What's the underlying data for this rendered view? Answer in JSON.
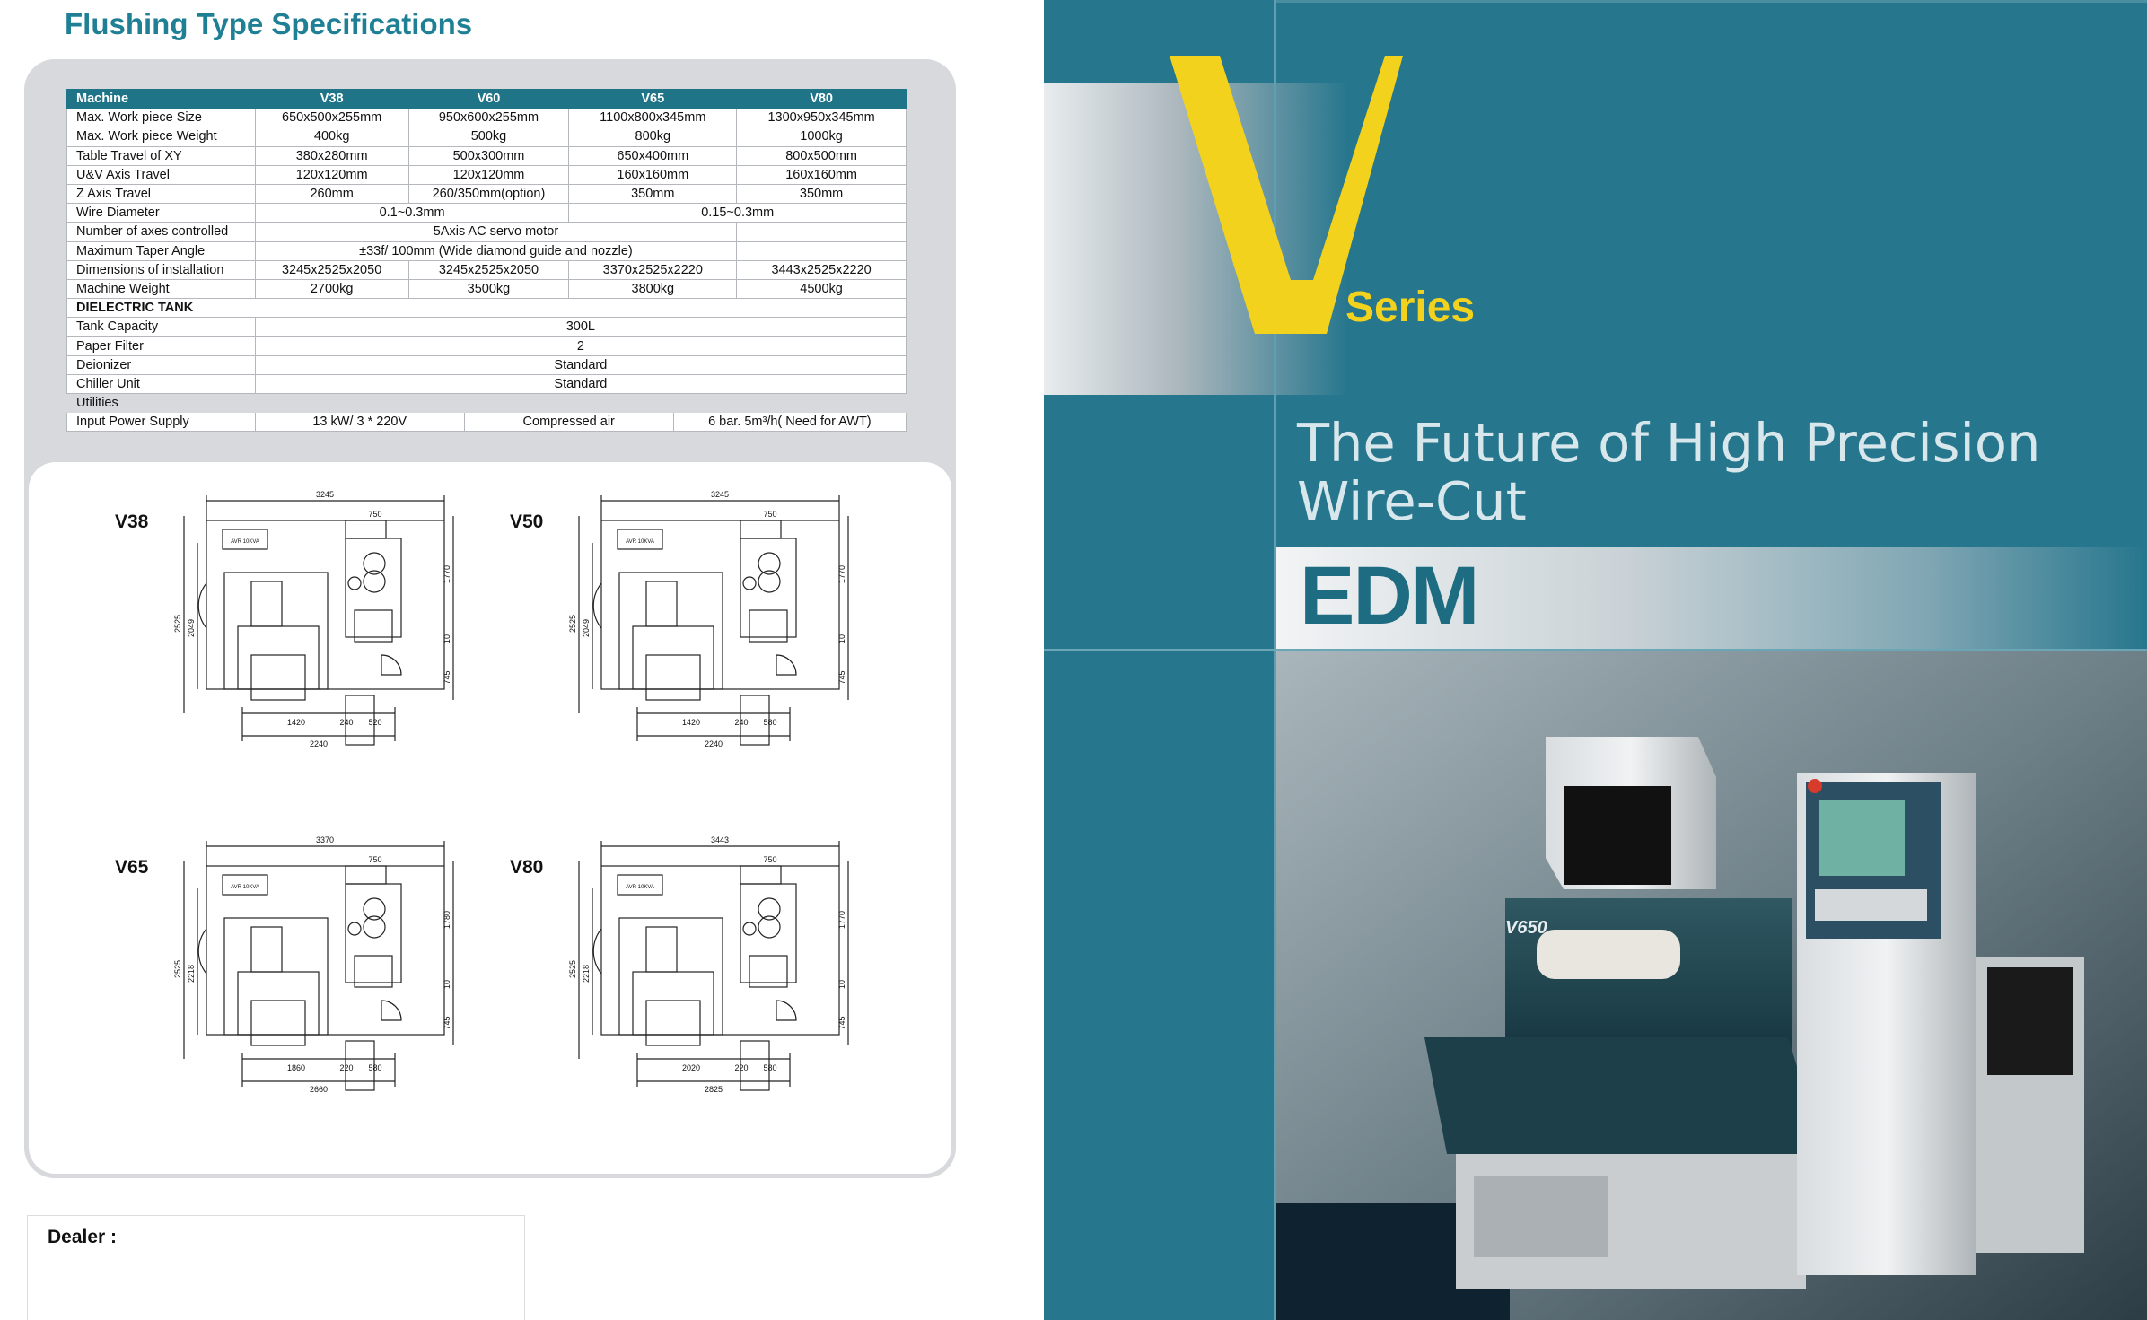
{
  "left": {
    "section_title": "Flushing Type Specifications",
    "dealer_label": "Dealer :"
  },
  "spec_table": {
    "header": [
      "Machine",
      "V38",
      "V60",
      "V65",
      "V80"
    ],
    "rows": [
      {
        "label": "Max. Work piece Size",
        "cells": [
          "650x500x255mm",
          "950x600x255mm",
          "1100x800x345mm",
          "1300x950x345mm"
        ]
      },
      {
        "label": "Max. Work piece Weight",
        "cells": [
          "400kg",
          "500kg",
          "800kg",
          "1000kg"
        ]
      },
      {
        "label": "Table Travel of XY",
        "cells": [
          "380x280mm",
          "500x300mm",
          "650x400mm",
          "800x500mm"
        ]
      },
      {
        "label": "U&V Axis Travel",
        "cells": [
          "120x120mm",
          "120x120mm",
          "160x160mm",
          "160x160mm"
        ]
      },
      {
        "label": "Z Axis Travel",
        "cells": [
          "260mm",
          "260/350mm(option)",
          "350mm",
          "350mm"
        ]
      },
      {
        "label": "Wire Diameter",
        "cells": [
          "0.1~0.3mm",
          "0.15~0.3mm"
        ]
      },
      {
        "label": "Number of axes controlled",
        "cells": [
          "5Axis AC servo motor"
        ]
      },
      {
        "label": "Maximum Taper Angle",
        "cells": [
          "±33f/ 100mm (Wide diamond guide and nozzle)"
        ]
      },
      {
        "label": "Dimensions of installation",
        "cells": [
          "3245x2525x2050",
          "3245x2525x2050",
          "3370x2525x2220",
          "3443x2525x2220"
        ]
      },
      {
        "label": "Machine Weight",
        "cells": [
          "2700kg",
          "3500kg",
          "3800kg",
          "4500kg"
        ]
      },
      {
        "label": "DIELECTRIC TANK"
      },
      {
        "label": "Tank Capacity",
        "cells": [
          "300L"
        ]
      },
      {
        "label": "Paper Filter",
        "cells": [
          "2"
        ]
      },
      {
        "label": "Deionizer",
        "cells": [
          "Standard"
        ]
      },
      {
        "label": "Chiller Unit",
        "cells": [
          "Standard"
        ]
      },
      {
        "label": "Utilities"
      },
      {
        "label": "Input Power Supply",
        "cells": [
          "13 kW/ 3 * 220V",
          "Compressed air",
          "6 bar. 5m³/h( Need for AWT)"
        ]
      }
    ]
  },
  "drawings": [
    {
      "id": "v38",
      "label": "V38",
      "dims": {
        "top": "3245",
        "inner_top": "750",
        "side": "1770",
        "side2": "10",
        "side3": "745",
        "left": "2525",
        "left2": "2049",
        "bottom_a": "1420",
        "bottom_b": "240",
        "bottom_c": "520",
        "bottom_total": "2240",
        "box": "AVR 10KVA"
      }
    },
    {
      "id": "v50",
      "label": "V50",
      "dims": {
        "top": "3245",
        "inner_top": "750",
        "side": "1770",
        "side2": "10",
        "side3": "745",
        "left": "2525",
        "left2": "2049",
        "bottom_a": "1420",
        "bottom_b": "240",
        "bottom_c": "580",
        "bottom_total": "2240",
        "box": "AVR 10KVA"
      }
    },
    {
      "id": "v65",
      "label": "V65",
      "dims": {
        "top": "3370",
        "inner_top": "750",
        "side": "1780",
        "side2": "10",
        "side3": "745",
        "left": "2525",
        "left2": "2218",
        "bottom_a": "1860",
        "bottom_b": "220",
        "bottom_c": "580",
        "bottom_total": "2660",
        "box": "AVR 10KVA"
      }
    },
    {
      "id": "v80",
      "label": "V80",
      "dims": {
        "top": "3443",
        "inner_top": "750",
        "side": "1770",
        "side2": "10",
        "side3": "745",
        "left": "2525",
        "left2": "2218",
        "bottom_a": "2020",
        "bottom_b": "220",
        "bottom_c": "580",
        "bottom_total": "2825",
        "box": "AVR 10KVA"
      }
    }
  ],
  "right": {
    "big_letter": "V",
    "series": "Series",
    "tagline_1": "The Future of High Precision",
    "tagline_2": "Wire-Cut",
    "edm": "EDM",
    "machine_label": "V650"
  },
  "colors": {
    "teal": "#26768d",
    "header_teal": "#1f7488",
    "title_teal": "#1f7f95",
    "yellow": "#f3d21d",
    "panel_gray": "#d7d9dc"
  }
}
